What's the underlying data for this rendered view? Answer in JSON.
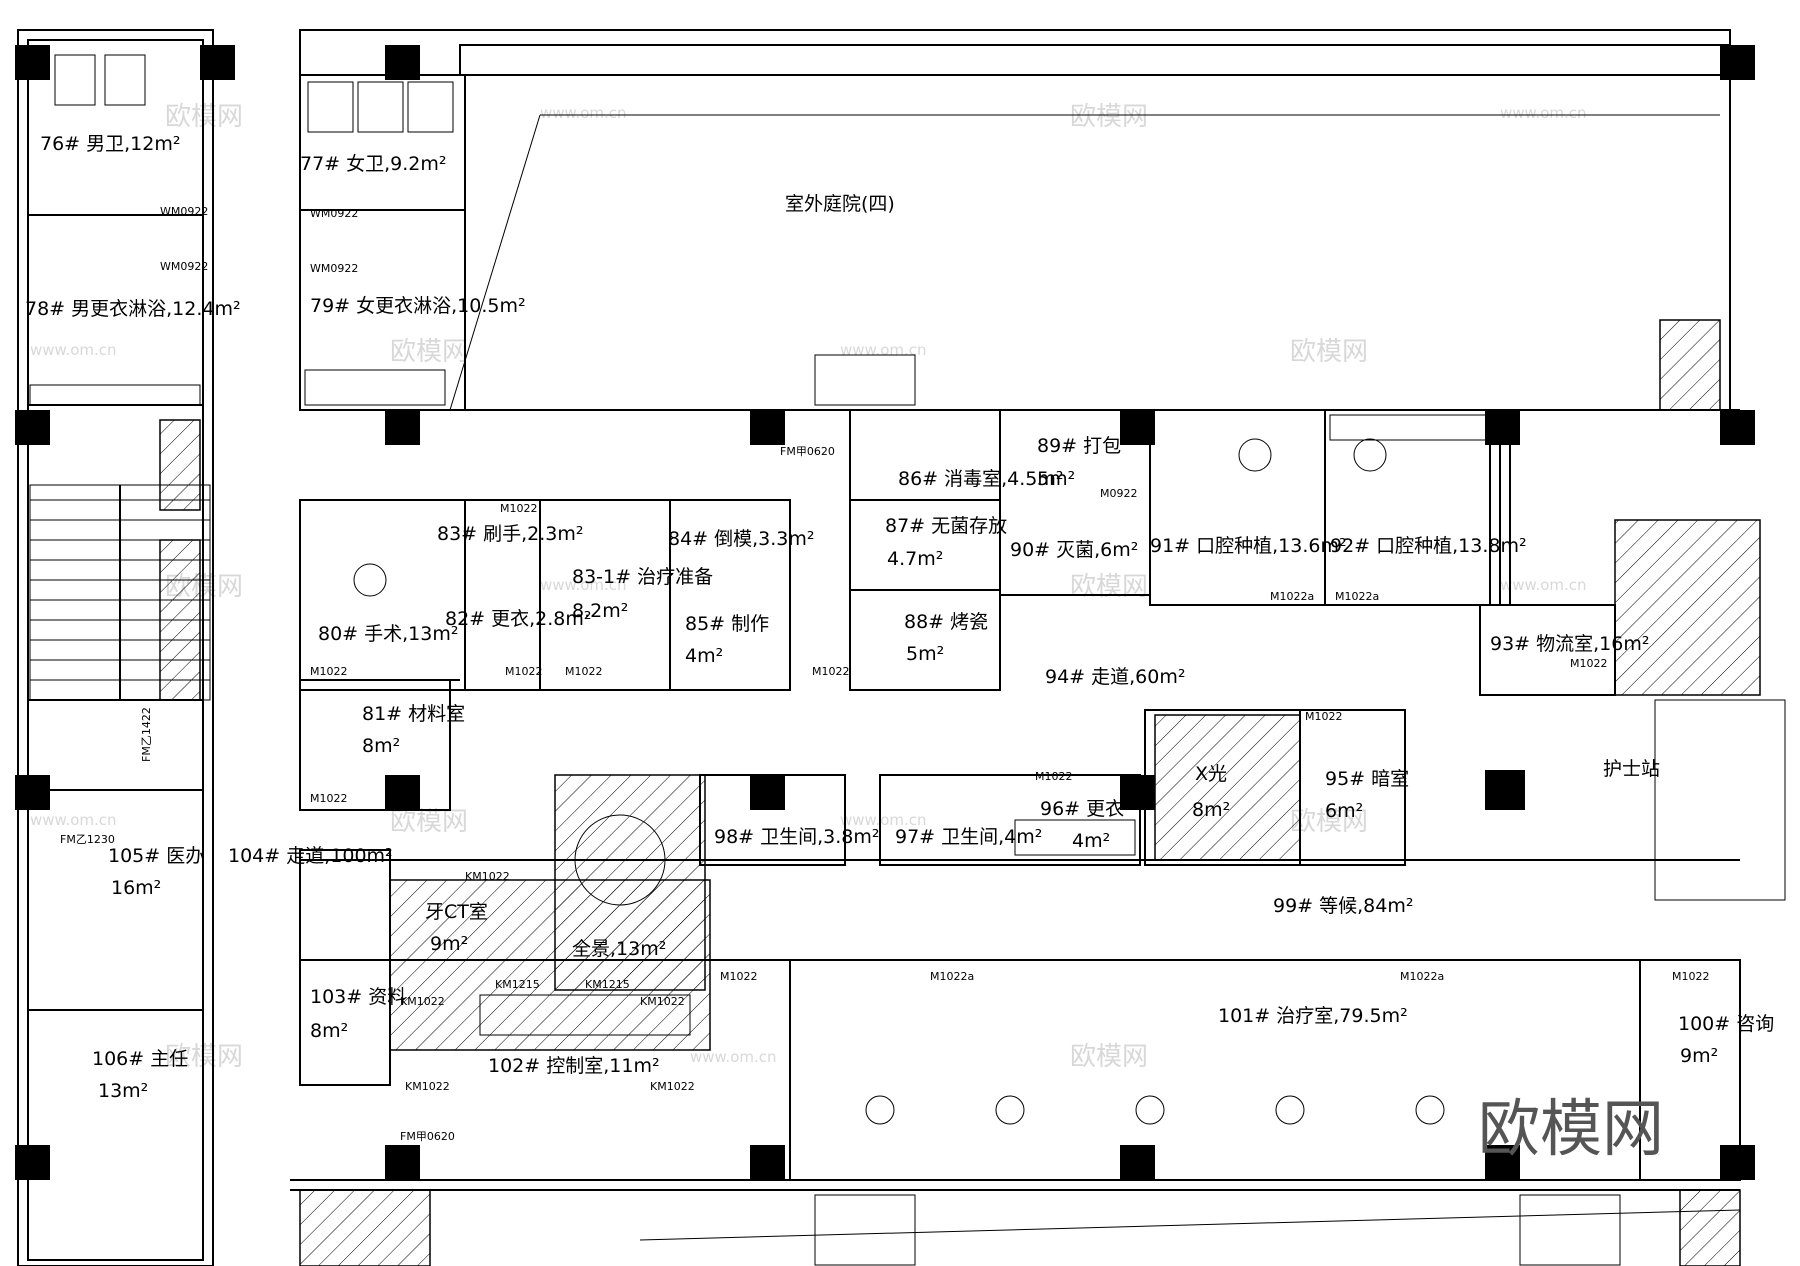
{
  "rooms": [
    {
      "id": "r76",
      "label": "76# 男卫,12m²"
    },
    {
      "id": "r77",
      "label": "77# 女卫,9.2m²"
    },
    {
      "id": "r78",
      "label": "78# 男更衣淋浴,12.4m²"
    },
    {
      "id": "r79",
      "label": "79# 女更衣淋浴,10.5m²"
    },
    {
      "id": "courtyard",
      "label": "室外庭院(四)"
    },
    {
      "id": "r80",
      "label": "80# 手术,13m²"
    },
    {
      "id": "r81a",
      "label": "81# 材料室"
    },
    {
      "id": "r81b",
      "label": "8m²"
    },
    {
      "id": "r82",
      "label": "82# 更衣,2.8m²"
    },
    {
      "id": "r83",
      "label": "83# 刷手,2.3m²"
    },
    {
      "id": "r831a",
      "label": "83-1# 治疗准备"
    },
    {
      "id": "r831b",
      "label": "8.2m²"
    },
    {
      "id": "r84",
      "label": "84# 倒模,3.3m²"
    },
    {
      "id": "r85a",
      "label": "85# 制作"
    },
    {
      "id": "r85b",
      "label": "4m²"
    },
    {
      "id": "r86",
      "label": "86# 消毒室,4.5m²"
    },
    {
      "id": "r87a",
      "label": "87# 无菌存放"
    },
    {
      "id": "r87b",
      "label": "4.7m²"
    },
    {
      "id": "r88a",
      "label": "88# 烤瓷"
    },
    {
      "id": "r88b",
      "label": "5m²"
    },
    {
      "id": "r89a",
      "label": "89# 打包"
    },
    {
      "id": "r89b",
      "label": "5m²"
    },
    {
      "id": "r90",
      "label": "90# 灭菌,6m²"
    },
    {
      "id": "r91",
      "label": "91# 口腔种植,13.6m²"
    },
    {
      "id": "r92",
      "label": "92# 口腔种植,13.8m²"
    },
    {
      "id": "r93",
      "label": "93# 物流室,16m²"
    },
    {
      "id": "r94",
      "label": "94# 走道,60m²"
    },
    {
      "id": "nurse",
      "label": "护士站"
    },
    {
      "id": "r95a",
      "label": "95# 暗室"
    },
    {
      "id": "r95b",
      "label": "6m²"
    },
    {
      "id": "xray_a",
      "label": "X光"
    },
    {
      "id": "xray_b",
      "label": "8m²"
    },
    {
      "id": "r96a",
      "label": "96# 更衣"
    },
    {
      "id": "r96b",
      "label": "4m²"
    },
    {
      "id": "r97",
      "label": "97# 卫生间,4m²"
    },
    {
      "id": "r98",
      "label": "98# 卫生间,3.8m²"
    },
    {
      "id": "r99",
      "label": "99# 等候,84m²"
    },
    {
      "id": "r104",
      "label": "104# 走道,100m²"
    },
    {
      "id": "r105a",
      "label": "105# 医办"
    },
    {
      "id": "r105b",
      "label": "16m²"
    },
    {
      "id": "r106a",
      "label": "106# 主任"
    },
    {
      "id": "r106b",
      "label": "13m²"
    },
    {
      "id": "ct_a",
      "label": "牙CT室"
    },
    {
      "id": "ct_b",
      "label": "9m²"
    },
    {
      "id": "pano",
      "label": "全景,13m²"
    },
    {
      "id": "r103a",
      "label": "103# 资料"
    },
    {
      "id": "r103b",
      "label": "8m²"
    },
    {
      "id": "r102",
      "label": "102# 控制室,11m²"
    },
    {
      "id": "r101",
      "label": "101# 治疗室,79.5m²"
    },
    {
      "id": "r100a",
      "label": "100# 咨询"
    },
    {
      "id": "r100b",
      "label": "9m²"
    }
  ],
  "door_codes": {
    "wm0922": "WM0922",
    "m1022": "M1022",
    "m0922": "M0922",
    "m1022a": "M1022a",
    "fm0620": "FM甲0620",
    "fm1422": "FM乙1422",
    "fm1230": "FM乙1230",
    "km1022": "KM1022",
    "km1215": "KM1215"
  },
  "watermark": {
    "brand": "欧模网",
    "url": "www.om.cn"
  }
}
